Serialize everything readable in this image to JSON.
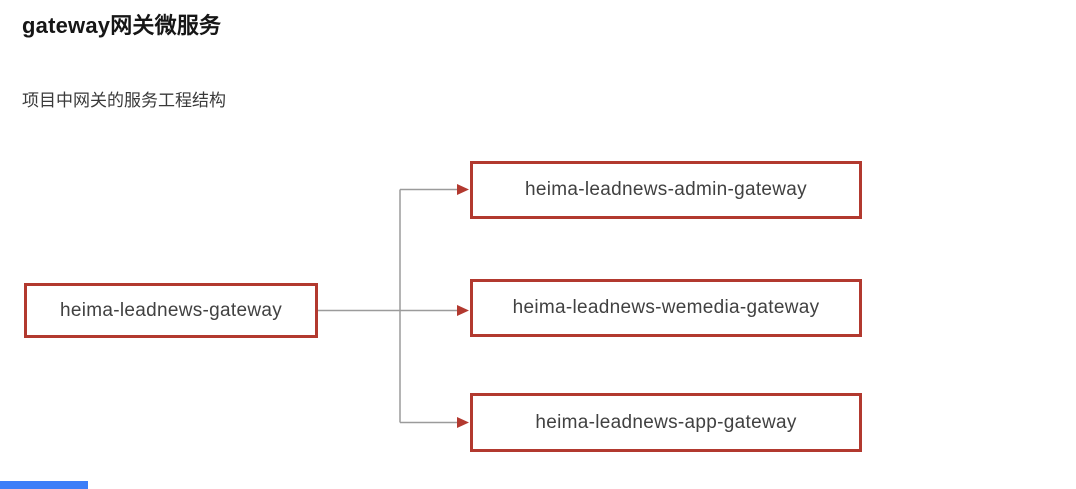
{
  "page": {
    "title": "gateway网关微服务",
    "subtitle": "项目中网关的服务工程结构"
  },
  "diagram": {
    "root_node": {
      "label": "heima-leadnews-gateway"
    },
    "child_nodes": [
      {
        "label": "heima-leadnews-admin-gateway"
      },
      {
        "label": "heima-leadnews-wemedia-gateway"
      },
      {
        "label": "heima-leadnews-app-gateway"
      }
    ],
    "colors": {
      "node_border": "#b2392f",
      "node_text": "#414141",
      "connector_line": "#9b9b9b",
      "arrowhead": "#b2392f"
    }
  },
  "footer": {
    "progress_bar_color": "#3d7ef8"
  }
}
